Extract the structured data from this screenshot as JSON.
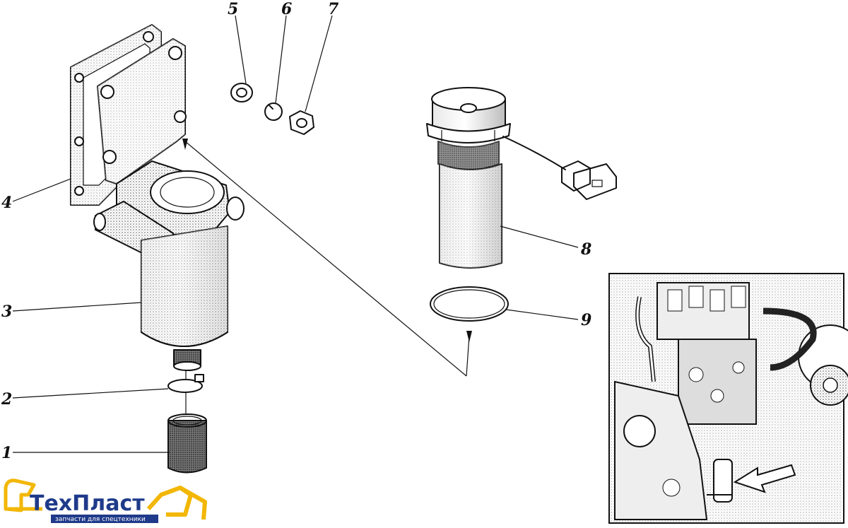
{
  "diagram": {
    "callouts": [
      {
        "id": "1",
        "label": "1"
      },
      {
        "id": "2",
        "label": "2"
      },
      {
        "id": "3",
        "label": "3"
      },
      {
        "id": "4",
        "label": "4"
      },
      {
        "id": "5",
        "label": "5"
      },
      {
        "id": "6",
        "label": "6"
      },
      {
        "id": "7",
        "label": "7"
      },
      {
        "id": "8",
        "label": "8"
      },
      {
        "id": "9",
        "label": "9"
      }
    ]
  },
  "logo": {
    "brand": "ТехПласт",
    "tagline": "запчасти для спецтехники",
    "colors": {
      "text": "#1f3a8a",
      "mark": "#f2b705"
    }
  },
  "inset": {
    "description_icon": "engine-photo",
    "arrow_color": "#111111"
  }
}
